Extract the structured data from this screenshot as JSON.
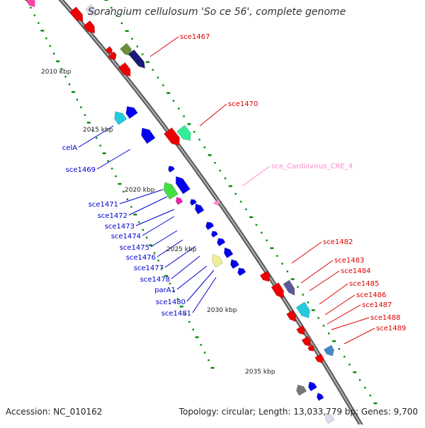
{
  "title": "Sorangium cellulosum 'So ce 56', complete genome",
  "footer": {
    "accession": "Accession: NC_010162",
    "topology": "Topology: circular; Length: 13,033,779 bp; Genes: 9,700"
  },
  "ticks": [
    {
      "label": "2010 kbp"
    },
    {
      "label": "2015 kbp"
    },
    {
      "label": "2020 kbp"
    },
    {
      "label": "2025 kbp"
    },
    {
      "label": "2030 kbp"
    },
    {
      "label": "2035 kbp"
    }
  ],
  "left_labels": [
    "celA",
    "sce1469",
    "sce1471",
    "sce1472",
    "sce1473",
    "sce1474",
    "sce1475",
    "sce1476",
    "sce1477",
    "sce1478",
    "parA1",
    "sce1480",
    "sce1481"
  ],
  "right_labels": [
    "sce1467",
    "sce1470",
    "sce_Cardiovirus_CRE_4",
    "sce1482",
    "sce1483",
    "sce1484",
    "sce1485",
    "sce1486",
    "sce1487",
    "sce1488",
    "sce1489"
  ],
  "colors": {
    "backbone": "#808080",
    "forward_gene": "#ee0000",
    "reverse_gene": "#0000ee",
    "rna": "#ff88cc",
    "tick_dots": "#008800"
  }
}
